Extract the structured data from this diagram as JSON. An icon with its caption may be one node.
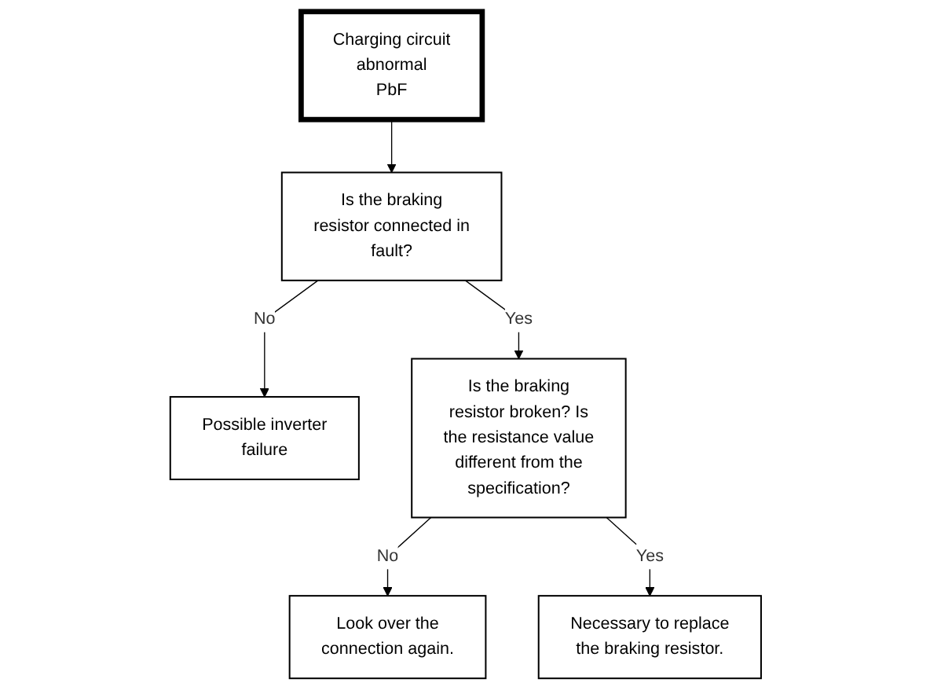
{
  "diagram": {
    "nodes": [
      {
        "text": [
          "Charging circuit abnormal",
          "PbF"
        ]
      },
      {
        "text": [
          "Is the braking resistor connected in fault?"
        ]
      },
      {
        "text": [
          "Possible inverter failure"
        ]
      },
      {
        "text": [
          "Is the braking resistor broken? Is the resistance value different from the specification?"
        ]
      },
      {
        "text": [
          "Look over the connection again."
        ]
      },
      {
        "text": [
          "Necessary to replace the braking resistor."
        ]
      }
    ],
    "edges": [
      {
        "from": 0,
        "to": 1,
        "arrow": "to"
      },
      {
        "from": 1,
        "to": 3,
        "arrow": "to",
        "label": "Yes"
      },
      {
        "from": 1,
        "to": 2,
        "arrow": "to",
        "label": "No"
      },
      {
        "from": 3,
        "to": 4,
        "arrow": "to",
        "label": "No"
      },
      {
        "from": 3,
        "to": 5,
        "arrow": "to",
        "label": "Yes"
      }
    ]
  }
}
